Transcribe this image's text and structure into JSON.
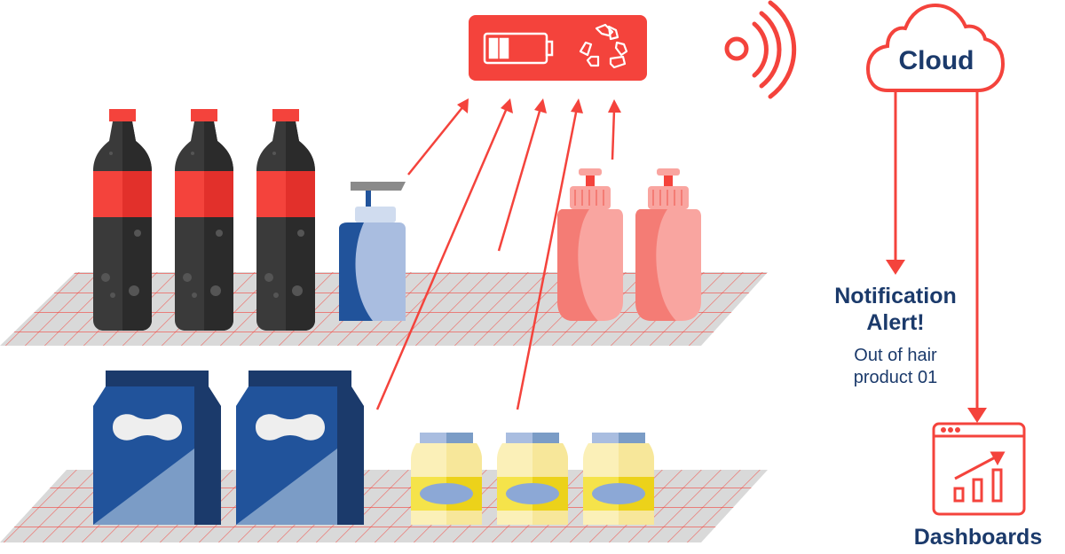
{
  "cloud": {
    "label": "Cloud"
  },
  "notification": {
    "title_line1": "Notification",
    "title_line2": "Alert!",
    "message_line1": "Out of hair",
    "message_line2": "product 01"
  },
  "dashboards": {
    "label": "Dashboards"
  },
  "device": {
    "icons": [
      "battery-icon",
      "recycle-icon"
    ]
  },
  "colors": {
    "accent": "#f4433c",
    "navy": "#1b3a6b",
    "shelf": "#d9d9d9",
    "cola": "#3a3a3a",
    "carton": "#21539b",
    "pink": "#f9a5a0",
    "jar": "#f5e34a"
  }
}
